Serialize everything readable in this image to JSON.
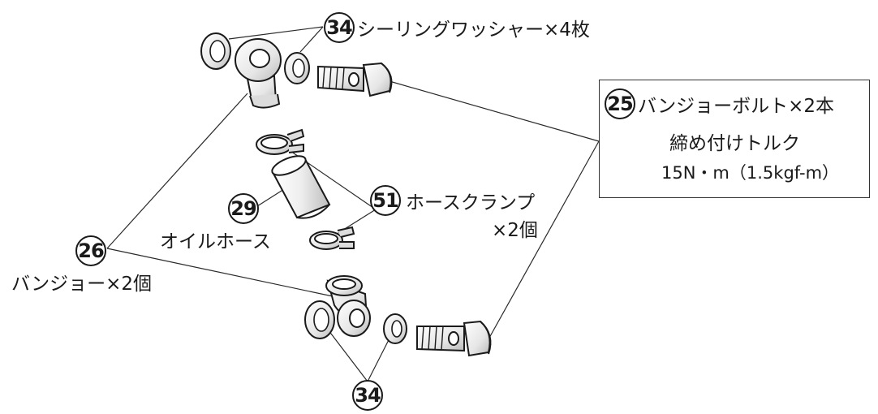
{
  "callouts": {
    "washer": {
      "number": "34",
      "label": "シーリングワッシャー×4枚"
    },
    "bolt": {
      "number": "25",
      "label": "バンジョーボルト×2本",
      "torque_title": "締め付けトルク",
      "torque_value": "15N・m（1.5kgf-m）"
    },
    "clamp": {
      "number": "51",
      "label": "ホースクランプ",
      "quantity": "×2個"
    },
    "hose": {
      "number": "29",
      "label": "オイルホース"
    },
    "banjo": {
      "number": "26",
      "label": "バンジョー×2個"
    },
    "washer_lower": {
      "number": "34"
    }
  },
  "colors": {
    "line": "#1a1a1a",
    "part_fill": "#f4f4f4",
    "part_shade": "#c8c8c8"
  }
}
